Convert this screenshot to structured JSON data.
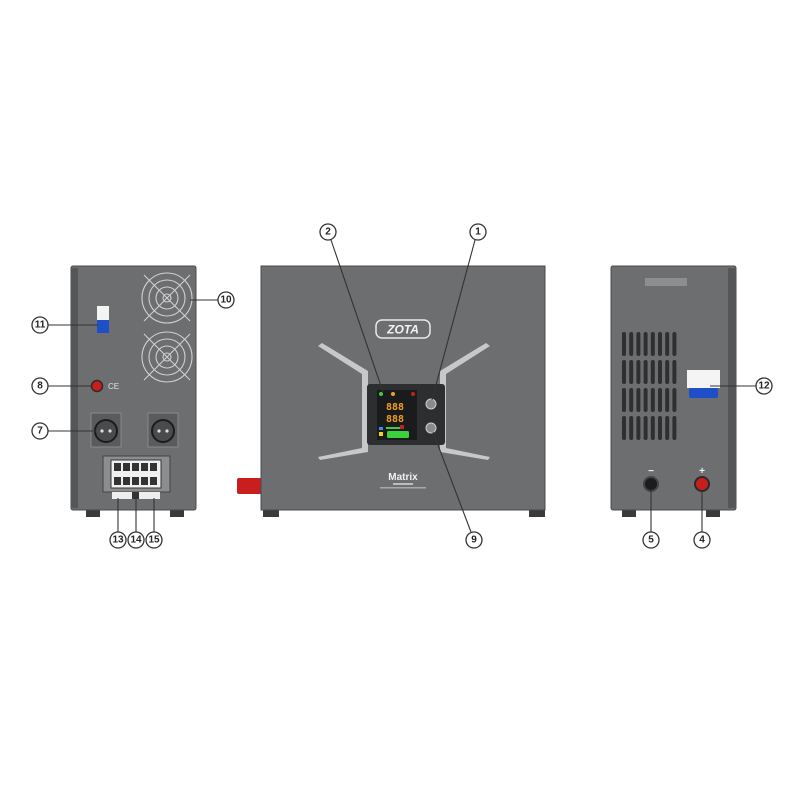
{
  "views": {
    "rear": {
      "name": "rear-view"
    },
    "front": {
      "brand": "ZOTA",
      "model": "Matrix",
      "display_digits_top": "888",
      "display_digits_bottom": "888"
    },
    "side": {
      "polarity_minus": "−",
      "polarity_plus": "+"
    }
  },
  "callouts": [
    "1",
    "2",
    "4",
    "5",
    "7",
    "8",
    "9",
    "10",
    "11",
    "12",
    "13",
    "14",
    "15"
  ],
  "colors": {
    "housing": "#6d6e70",
    "display_green": "#3cd03c",
    "display_amber": "#f0a020",
    "usb_blue": "#1f4fc8",
    "red_terminal": "#c81e1e"
  }
}
